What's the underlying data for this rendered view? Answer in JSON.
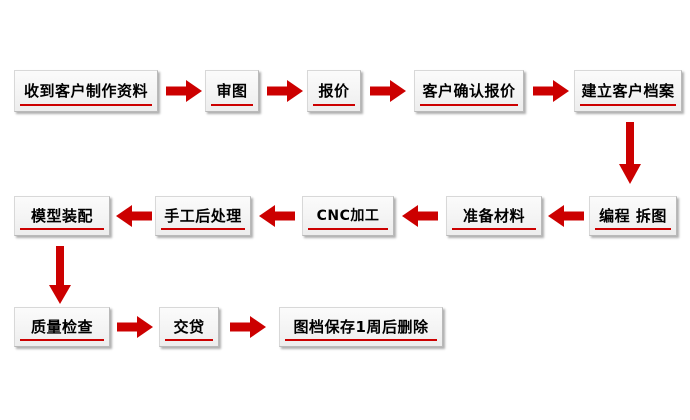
{
  "diagram": {
    "title": "Mold / CNC production workflow flowchart",
    "accent_color": "#cc0000",
    "box_fill": "#f4f4f4",
    "box_border": "#b9b9b9",
    "rows": [
      {
        "name": "row-1-order-intake",
        "direction": "left-to-right",
        "nodes": [
          {
            "id": "n1",
            "label": "收到客户制作资料"
          },
          {
            "id": "n2",
            "label": "审图"
          },
          {
            "id": "n3",
            "label": "报价"
          },
          {
            "id": "n4",
            "label": "客户确认报价"
          },
          {
            "id": "n5",
            "label": "建立客户档案"
          }
        ]
      },
      {
        "name": "row-2-production",
        "direction": "right-to-left",
        "nodes": [
          {
            "id": "n6",
            "label": "模型装配"
          },
          {
            "id": "n7",
            "label": "手工后处理"
          },
          {
            "id": "n8",
            "label": "CNC加工"
          },
          {
            "id": "n9",
            "label": "准备材料"
          },
          {
            "id": "n10",
            "label": "编程 拆图"
          }
        ]
      },
      {
        "name": "row-3-delivery",
        "direction": "left-to-right",
        "nodes": [
          {
            "id": "n11",
            "label": "质量检查"
          },
          {
            "id": "n12",
            "label": "交贷"
          },
          {
            "id": "n13",
            "label": "图档保存1周后删除"
          }
        ]
      }
    ],
    "connectors": [
      {
        "id": "a1",
        "icon": "arrow-right-icon",
        "from": "n1",
        "to": "n2"
      },
      {
        "id": "a2",
        "icon": "arrow-right-icon",
        "from": "n2",
        "to": "n3"
      },
      {
        "id": "a3",
        "icon": "arrow-right-icon",
        "from": "n3",
        "to": "n4"
      },
      {
        "id": "a4",
        "icon": "arrow-right-icon",
        "from": "n4",
        "to": "n5"
      },
      {
        "id": "a5",
        "icon": "arrow-down-icon",
        "from": "n5",
        "to": "n10"
      },
      {
        "id": "a6",
        "icon": "arrow-left-icon",
        "from": "n10",
        "to": "n9"
      },
      {
        "id": "a7",
        "icon": "arrow-left-icon",
        "from": "n9",
        "to": "n8"
      },
      {
        "id": "a8",
        "icon": "arrow-left-icon",
        "from": "n8",
        "to": "n7"
      },
      {
        "id": "a9",
        "icon": "arrow-left-icon",
        "from": "n7",
        "to": "n6"
      },
      {
        "id": "a10",
        "icon": "arrow-down-icon",
        "from": "n6",
        "to": "n11"
      },
      {
        "id": "a11",
        "icon": "arrow-right-icon",
        "from": "n11",
        "to": "n12"
      },
      {
        "id": "a12",
        "icon": "arrow-right-icon",
        "from": "n12",
        "to": "n13"
      }
    ]
  }
}
